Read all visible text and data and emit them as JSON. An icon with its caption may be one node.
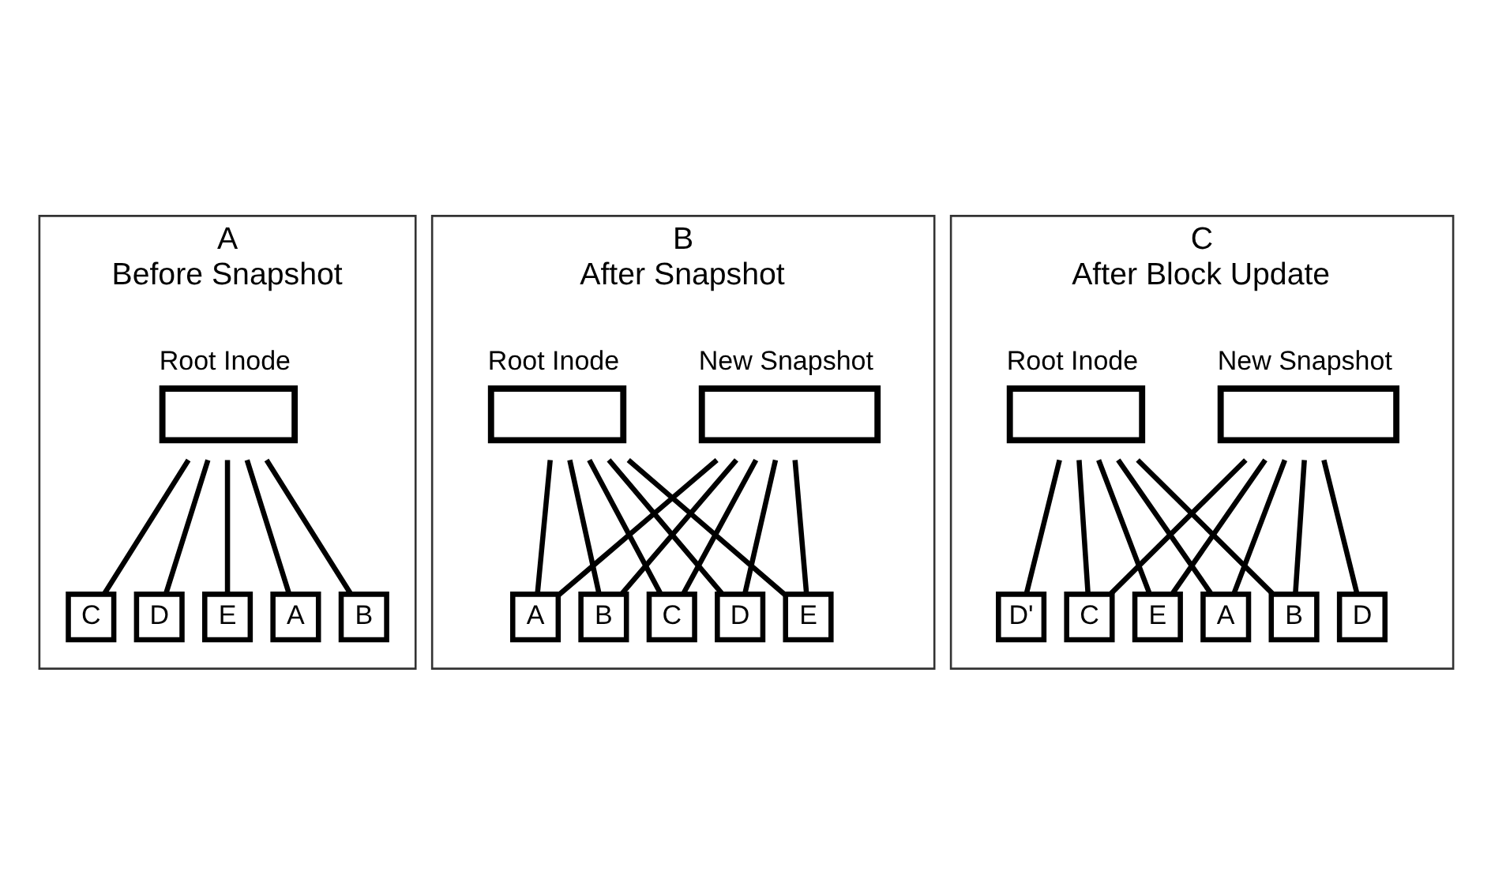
{
  "diagram": {
    "nodes": [
      {
        "text": [
          "A",
          "Before Snapshot"
        ]
      },
      {
        "text": [
          "Root Inode"
        ],
        "in": 0
      },
      {
        "text": [
          "A"
        ],
        "in": 0
      },
      {
        "text": [
          "B"
        ],
        "in": 0
      },
      {
        "text": [
          "C"
        ],
        "in": 0
      },
      {
        "text": [
          "D"
        ],
        "in": 0
      },
      {
        "text": [
          "E"
        ],
        "in": 0
      },
      {
        "text": [
          "B",
          "After Snapshot"
        ]
      },
      {
        "text": [
          "New Snapshot"
        ],
        "in": 7
      },
      {
        "text": [
          "Root Inode"
        ],
        "in": 7
      },
      {
        "text": [
          "A"
        ],
        "in": 7
      },
      {
        "text": [
          "B"
        ],
        "in": 7
      },
      {
        "text": [
          "C"
        ],
        "in": 7
      },
      {
        "text": [
          "D"
        ],
        "in": 7
      },
      {
        "text": [
          "E"
        ],
        "in": 7
      },
      {
        "text": [
          "C",
          "After Block Update"
        ]
      },
      {
        "text": [
          "New Snapshot"
        ],
        "in": 15
      },
      {
        "text": [
          "Root Inode"
        ],
        "in": 15
      },
      {
        "text": [
          "A"
        ],
        "in": 15
      },
      {
        "text": [
          "B"
        ],
        "in": 15
      },
      {
        "text": [
          "C"
        ],
        "in": 15
      },
      {
        "text": [
          "D"
        ],
        "in": 15
      },
      {
        "text": [
          "E"
        ],
        "in": 15
      },
      {
        "text": [
          "D'"
        ],
        "in": 15
      }
    ],
    "edges": [
      {
        "from": 1,
        "to": 2,
        "arrow": "none"
      },
      {
        "from": 1,
        "to": 3,
        "arrow": "none"
      },
      {
        "from": 1,
        "to": 4,
        "arrow": "none"
      },
      {
        "from": 1,
        "to": 5,
        "arrow": "none"
      },
      {
        "from": 1,
        "to": 6,
        "arrow": "none"
      },
      {
        "from": 8,
        "to": 10,
        "arrow": "none"
      },
      {
        "from": 8,
        "to": 11,
        "arrow": "none"
      },
      {
        "from": 8,
        "to": 12,
        "arrow": "none"
      },
      {
        "from": 8,
        "to": 13,
        "arrow": "none"
      },
      {
        "from": 8,
        "to": 14,
        "arrow": "none"
      },
      {
        "from": 9,
        "to": 10,
        "arrow": "none"
      },
      {
        "from": 9,
        "to": 11,
        "arrow": "none"
      },
      {
        "from": 9,
        "to": 12,
        "arrow": "none"
      },
      {
        "from": 9,
        "to": 13,
        "arrow": "none"
      },
      {
        "from": 9,
        "to": 14,
        "arrow": "none"
      },
      {
        "from": 16,
        "to": 18,
        "arrow": "none"
      },
      {
        "from": 16,
        "to": 19,
        "arrow": "none"
      },
      {
        "from": 16,
        "to": 20,
        "arrow": "none"
      },
      {
        "from": 16,
        "to": 21,
        "arrow": "none"
      },
      {
        "from": 16,
        "to": 22,
        "arrow": "none"
      },
      {
        "from": 17,
        "to": 18,
        "arrow": "none"
      },
      {
        "from": 17,
        "to": 19,
        "arrow": "none"
      },
      {
        "from": 17,
        "to": 20,
        "arrow": "none"
      },
      {
        "from": 17,
        "to": 22,
        "arrow": "none"
      },
      {
        "from": 17,
        "to": 23,
        "arrow": "none"
      }
    ]
  }
}
